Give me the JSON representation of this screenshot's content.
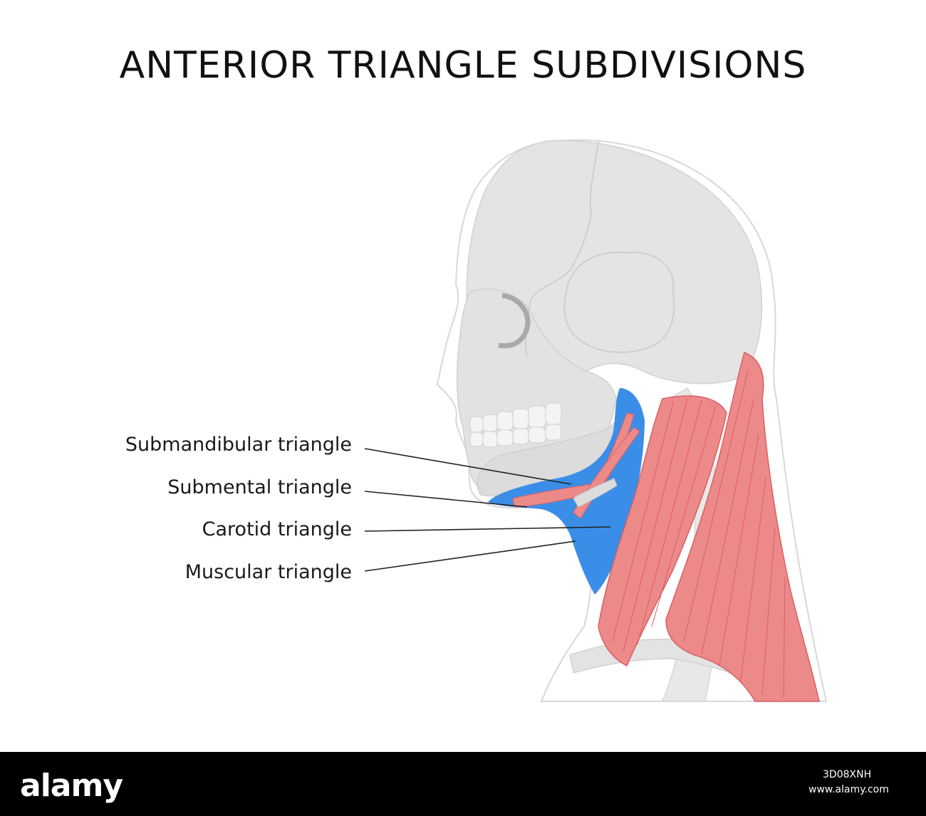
{
  "title": "ANTERIOR TRIANGLE SUBDIVISIONS",
  "labels": [
    "Submandibular triangle",
    "Submental triangle",
    "Carotid triangle",
    "Muscular triangle"
  ],
  "footer": {
    "brand": "alamy",
    "image_ref": "3D08XNH",
    "site": "www.alamy.com"
  },
  "colors": {
    "skin_outline": "#d8d8d8",
    "skull": "#e4e4e4",
    "muscle": "#ec8a8a",
    "muscle_dark": "#d85f64",
    "triangle_highlight": "#3b8ee8",
    "leader_line": "#222222"
  }
}
